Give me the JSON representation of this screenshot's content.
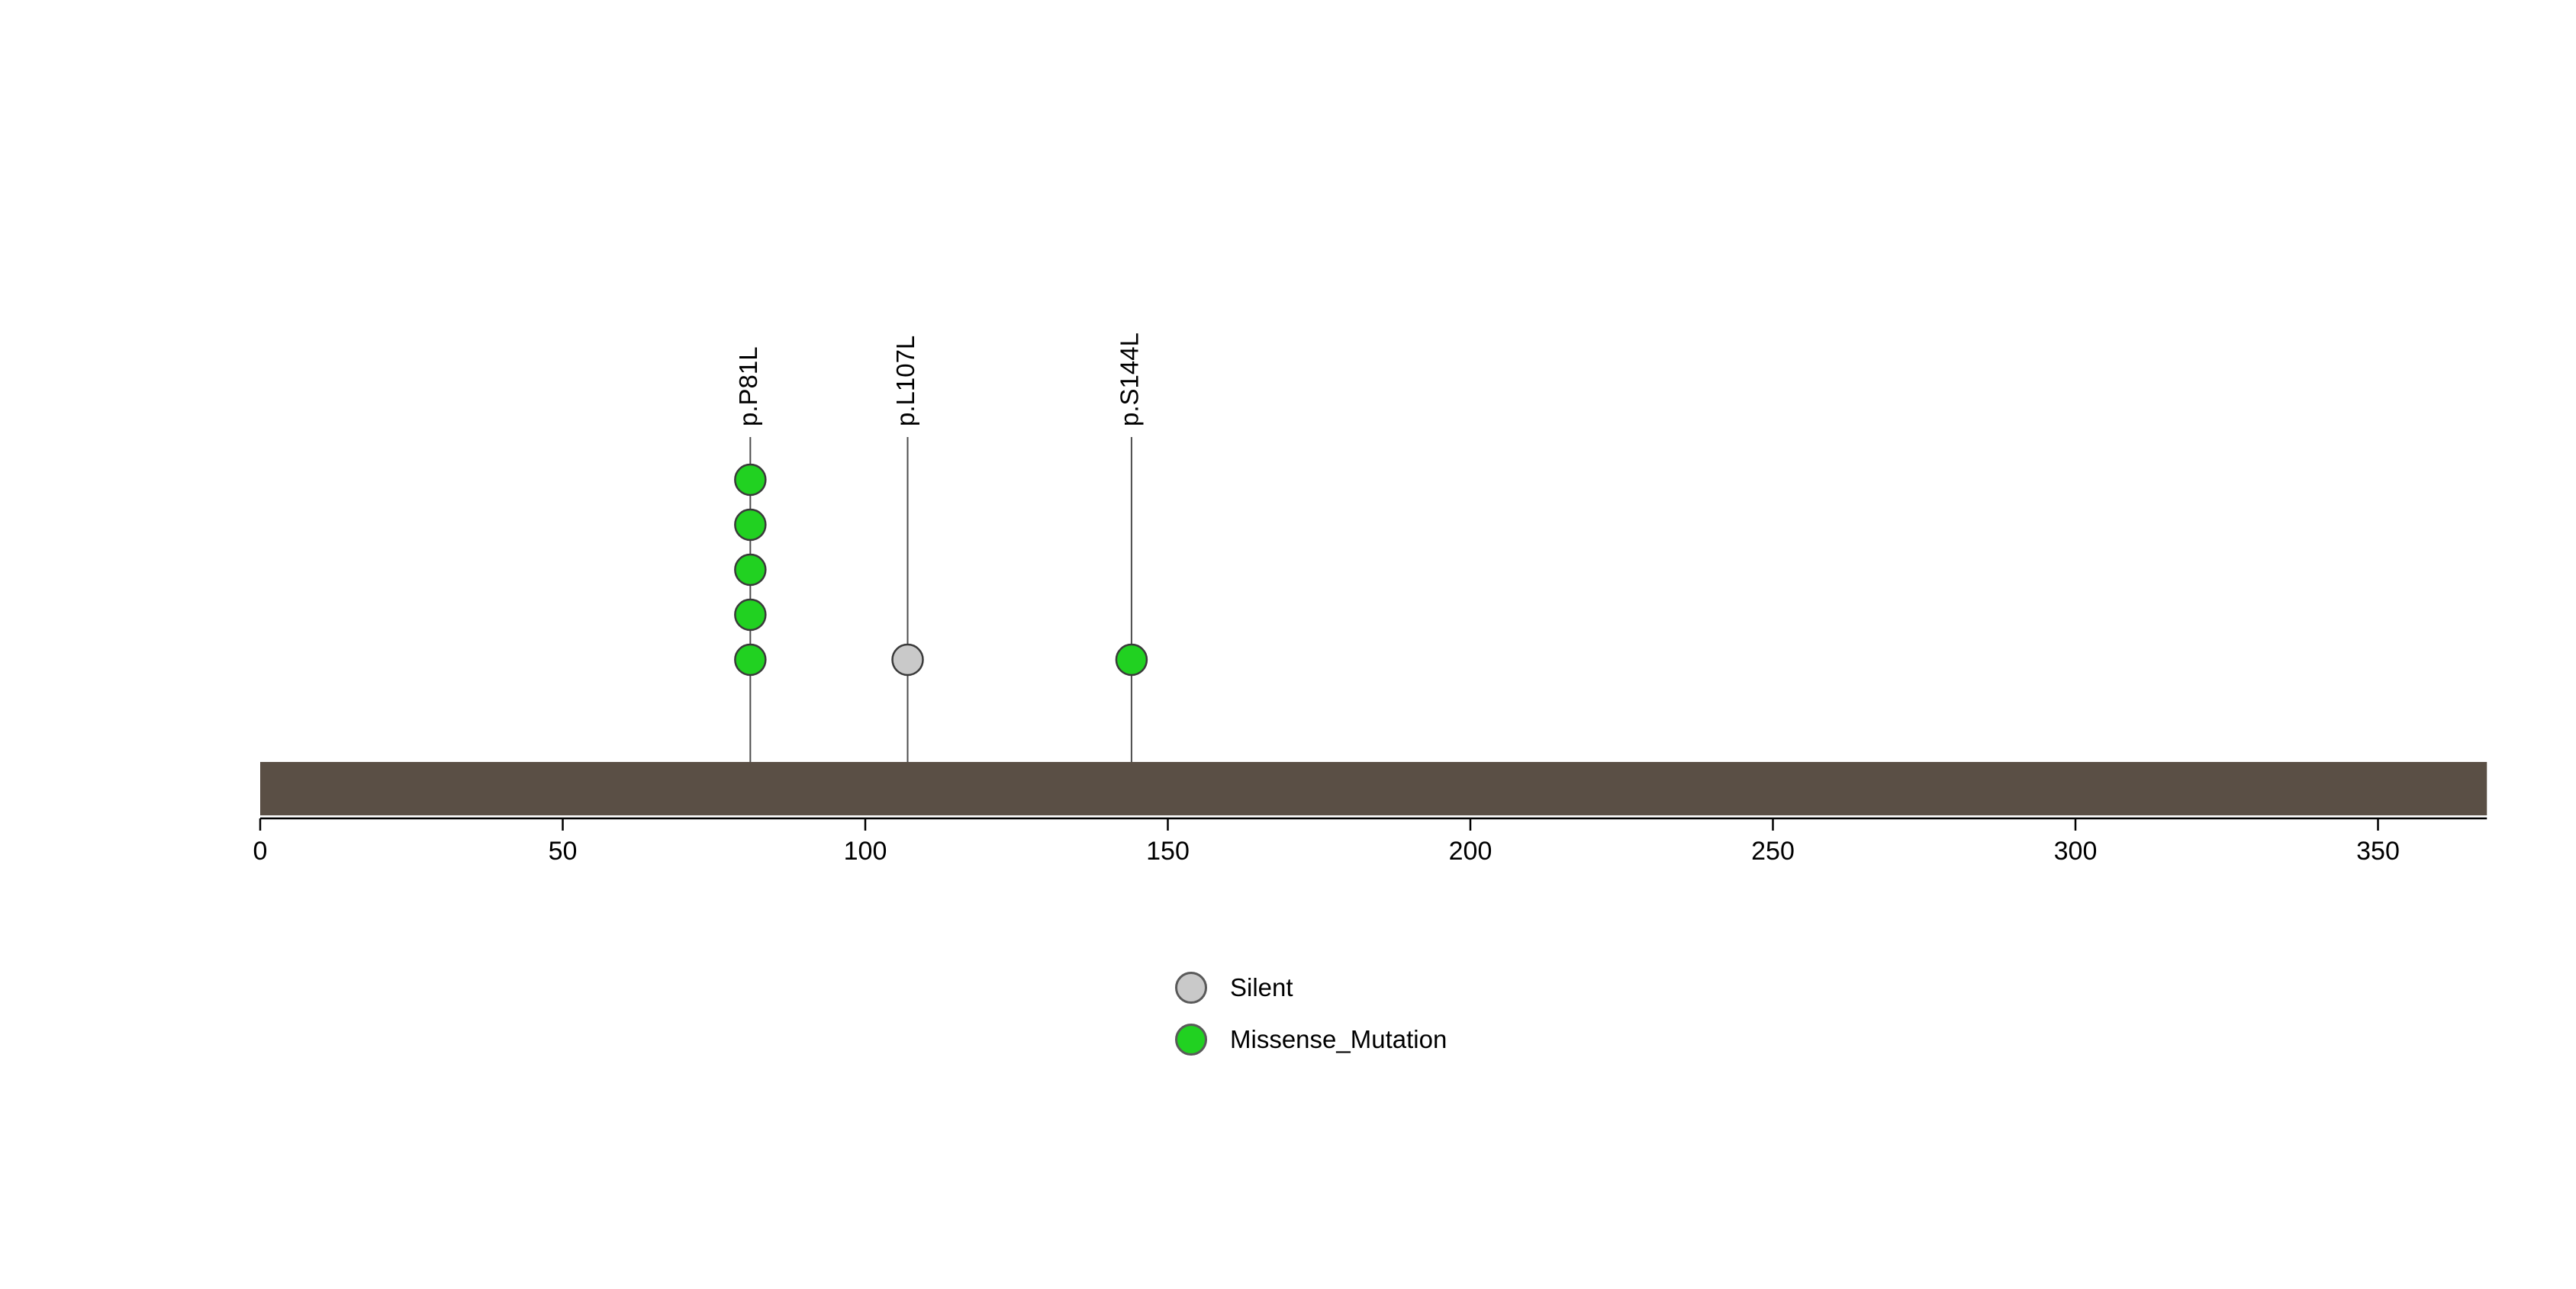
{
  "chart_data": {
    "type": "lollipop",
    "title": "",
    "xlabel": "",
    "ylabel": "",
    "protein_length": 368,
    "xlim": [
      0,
      368
    ],
    "x_ticks": [
      0,
      50,
      100,
      150,
      200,
      250,
      300,
      350
    ],
    "grid": false,
    "gene_bar_color": "#5A4F45",
    "stem_color": "#4d4d4d",
    "mutations": [
      {
        "label": "p.P81L",
        "position": 81,
        "count": 5,
        "type": "Missense_Mutation"
      },
      {
        "label": "p.L107L",
        "position": 107,
        "count": 1,
        "type": "Silent"
      },
      {
        "label": "p.S144L",
        "position": 144,
        "count": 1,
        "type": "Missense_Mutation"
      }
    ],
    "legend_position": "bottom-center",
    "legend": [
      {
        "label": "Silent",
        "color": "#C9C9C9"
      },
      {
        "label": "Missense_Mutation",
        "color": "#21D121"
      }
    ]
  }
}
